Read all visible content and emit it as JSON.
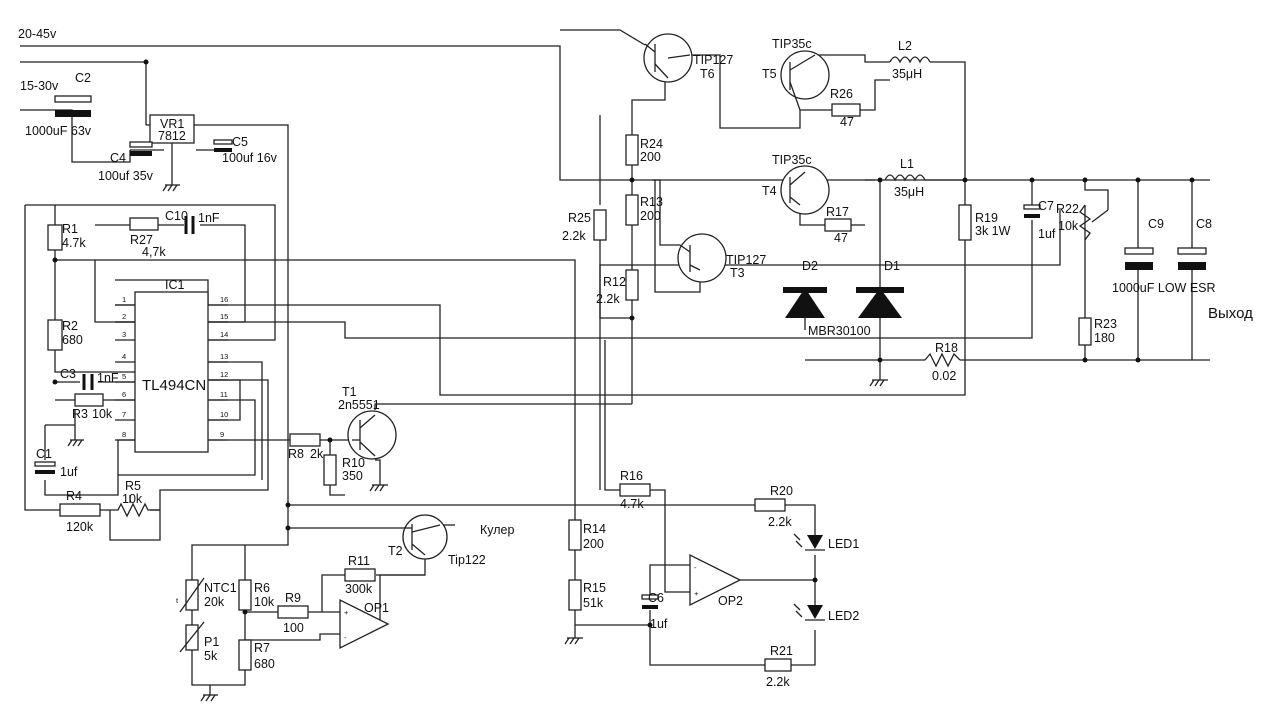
{
  "supply": {
    "main": "20-45v",
    "aux": "15-30v"
  },
  "ic": {
    "ref": "IC1",
    "part": "TL494CN"
  },
  "ic_pins_left": [
    "1",
    "2",
    "3",
    "4",
    "5",
    "6",
    "7",
    "8"
  ],
  "ic_pins_right": [
    "16",
    "15",
    "14",
    "13",
    "12",
    "11",
    "10",
    "9"
  ],
  "regulator": {
    "ref": "VR1",
    "part": "7812"
  },
  "components": {
    "c2": {
      "ref": "C2",
      "value": "1000uF 63v"
    },
    "c4": {
      "ref": "C4",
      "value": "100uf 35v"
    },
    "c5": {
      "ref": "C5",
      "value": "100uf 16v"
    },
    "r1": {
      "ref": "R1",
      "value": "4.7k"
    },
    "c10": {
      "ref": "C10",
      "value": "1nF"
    },
    "r27": {
      "ref": "R27",
      "value": "4,7k"
    },
    "r2": {
      "ref": "R2",
      "value": "680"
    },
    "c3": {
      "ref": "C3",
      "value": "1nF"
    },
    "r3": {
      "ref": "R3",
      "value": "10k"
    },
    "c1": {
      "ref": "C1",
      "value": "1uf"
    },
    "r4": {
      "ref": "R4",
      "value": "120k"
    },
    "r5": {
      "ref": "R5",
      "value": "10k"
    },
    "t1": {
      "ref": "T1",
      "value": "2n5551"
    },
    "r8": {
      "ref": "R8",
      "value": "2k"
    },
    "r10": {
      "ref": "R10",
      "value": "350"
    },
    "t6": {
      "ref": "T6",
      "value": "TIP127"
    },
    "t5": {
      "ref": "T5",
      "value": "TIP35c"
    },
    "l2": {
      "ref": "L2",
      "value": "35μH"
    },
    "r26": {
      "ref": "R26",
      "value": "47"
    },
    "r24": {
      "ref": "R24",
      "value": "200"
    },
    "r13": {
      "ref": "R13",
      "value": "200"
    },
    "t4": {
      "ref": "T4",
      "value": "TIP35c"
    },
    "l1": {
      "ref": "L1",
      "value": "35μH"
    },
    "r17": {
      "ref": "R17",
      "value": "47"
    },
    "r25": {
      "ref": "R25",
      "value": "2.2k"
    },
    "t3": {
      "ref": "T3",
      "value": "TIP127"
    },
    "r12": {
      "ref": "R12",
      "value": "2.2k"
    },
    "d2": {
      "ref": "D2"
    },
    "d1": {
      "ref": "D1"
    },
    "diodes": {
      "part": "MBR30100"
    },
    "r19": {
      "ref": "R19",
      "value": "3k 1W"
    },
    "c7": {
      "ref": "C7",
      "value": "1uf"
    },
    "r22": {
      "ref": "R22",
      "value": "10k"
    },
    "c9": {
      "ref": "C9"
    },
    "c8": {
      "ref": "C8"
    },
    "out_caps": {
      "value": "1000uF LOW ESR"
    },
    "r23": {
      "ref": "R23",
      "value": "180"
    },
    "r18": {
      "ref": "R18",
      "value": "0.02"
    },
    "r16": {
      "ref": "R16",
      "value": "4.7k"
    },
    "r20": {
      "ref": "R20",
      "value": "2.2k"
    },
    "led1": {
      "ref": "LED1"
    },
    "led2": {
      "ref": "LED2"
    },
    "r21": {
      "ref": "R21",
      "value": "2.2k"
    },
    "op2": {
      "ref": "OP2"
    },
    "c6": {
      "ref": "C6",
      "value": "1uf"
    },
    "r14": {
      "ref": "R14",
      "value": "200"
    },
    "r15": {
      "ref": "R15",
      "value": "51k"
    },
    "t2": {
      "ref": "T2",
      "value": "Tip122"
    },
    "fan": {
      "label": "Кулер"
    },
    "r11": {
      "ref": "R11",
      "value": "300k"
    },
    "r9": {
      "ref": "R9",
      "value": "100"
    },
    "op1": {
      "ref": "OP1"
    },
    "ntc1": {
      "ref": "NTC1",
      "value": "20k"
    },
    "r6": {
      "ref": "R6",
      "value": "10k"
    },
    "r7": {
      "ref": "R7",
      "value": "680"
    },
    "p1": {
      "ref": "P1",
      "value": "5k"
    }
  },
  "output": {
    "label": "Выход"
  }
}
